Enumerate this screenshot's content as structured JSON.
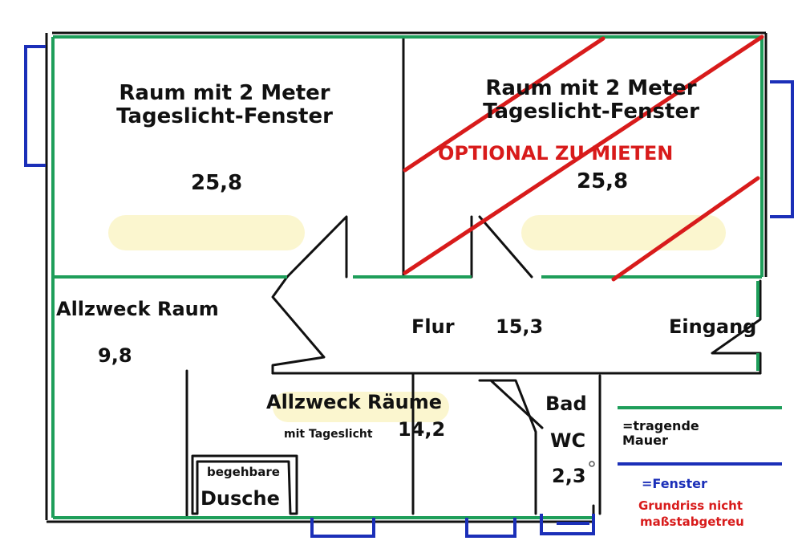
{
  "rooms": {
    "room_left": {
      "name_line1": "Raum mit 2 Meter",
      "name_line2": "Tageslicht-Fenster",
      "area": "25,8"
    },
    "room_right": {
      "name_line1": "Raum mit 2 Meter",
      "name_line2": "Tageslicht-Fenster",
      "overlay": "OPTIONAL ZU MIETEN",
      "area": "25,8"
    },
    "allzweck_raum": {
      "name": "Allzweck  Raum",
      "area": "9,8"
    },
    "flur": {
      "name": "Flur",
      "area": "15,3"
    },
    "eingang": {
      "name": "Eingang"
    },
    "allzweck_raeume": {
      "name": "Allzweck Räume",
      "subtitle": "mit Tageslicht",
      "area": "14,2"
    },
    "dusche": {
      "name_line1": "begehbare",
      "name_line2": "Dusche"
    },
    "bad": {
      "name_line1": "Bad",
      "name_line2": "WC",
      "area": "2,3"
    }
  },
  "legend": {
    "wall_label": "=tragende Mauer",
    "window_label": "=Fenster",
    "note_line1": "Grundriss nicht",
    "note_line2": "maßstabgetreu"
  },
  "colors": {
    "wall": "#1e9e5a",
    "window": "#1b2fb8",
    "cross": "#d81b1b",
    "highlight": "#fbf6cf"
  }
}
